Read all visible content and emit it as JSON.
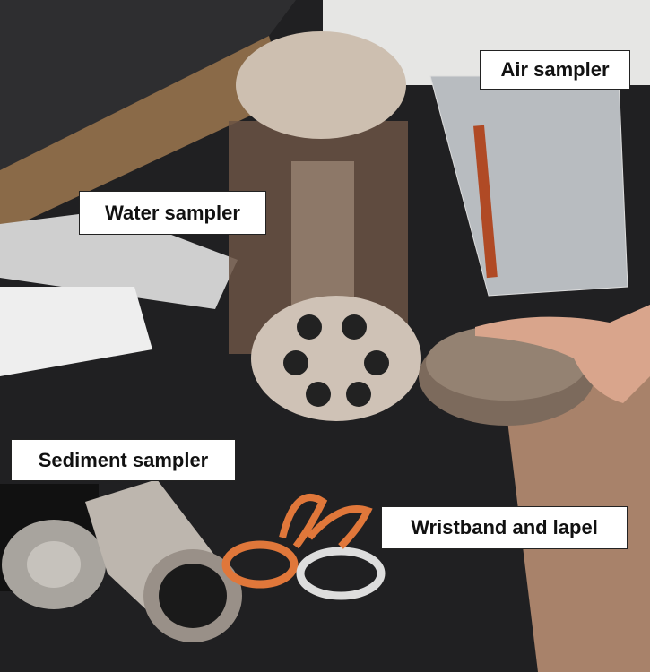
{
  "labels": {
    "air": "Air sampler",
    "water": "Water sampler",
    "sediment": "Sediment sampler",
    "wristband": "Wristband and lapel"
  }
}
